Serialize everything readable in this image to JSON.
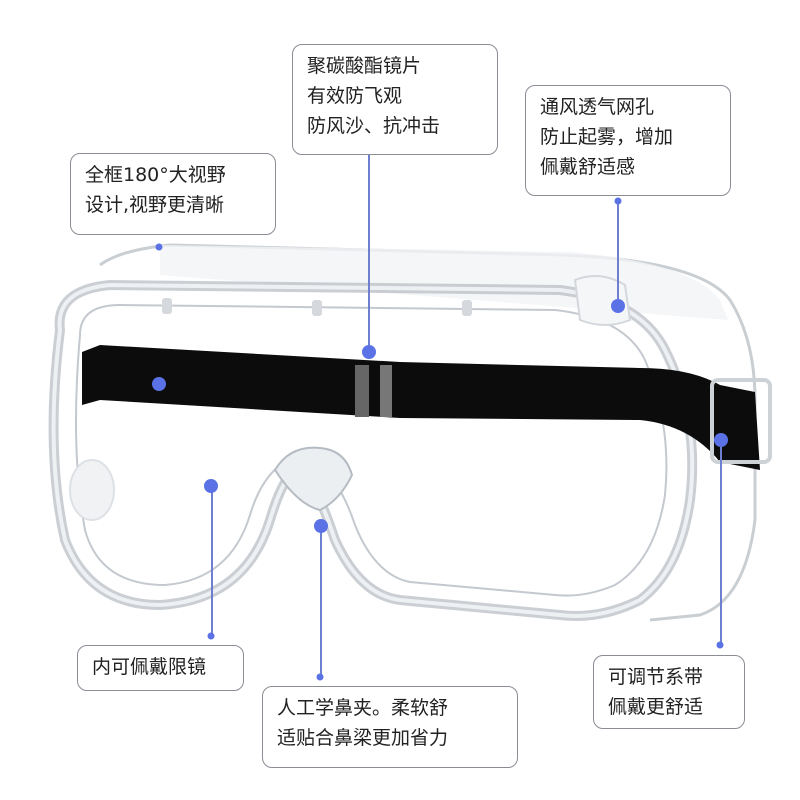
{
  "colors": {
    "accent_dot": "#5a72e6",
    "leader_line": "#6f7fd0",
    "callout_border": "#8a8d94",
    "strap": "#0c0c0c"
  },
  "product": {
    "name": "safety-goggles",
    "image_icon": "goggles-icon"
  },
  "callouts": {
    "lens_material": {
      "lines": [
        "聚碳酸酯镜片",
        "有效防飞观",
        "防风沙、抗冲击"
      ]
    },
    "wide_view": {
      "lines": [
        "全框180°大视野",
        "设计,视野更清晰"
      ]
    },
    "ventilation": {
      "lines": [
        "通风透气网孔",
        "防止起雾，增加",
        "佩戴舒适感"
      ]
    },
    "glasses_compatible": {
      "lines": [
        "内可佩戴限镜"
      ]
    },
    "nose_clip": {
      "lines": [
        "人工学鼻夹。柔软舒",
        "适贴合鼻梁更加省力"
      ]
    },
    "adjustable_strap": {
      "lines": [
        "可调节系带",
        "佩戴更舒适"
      ]
    }
  }
}
